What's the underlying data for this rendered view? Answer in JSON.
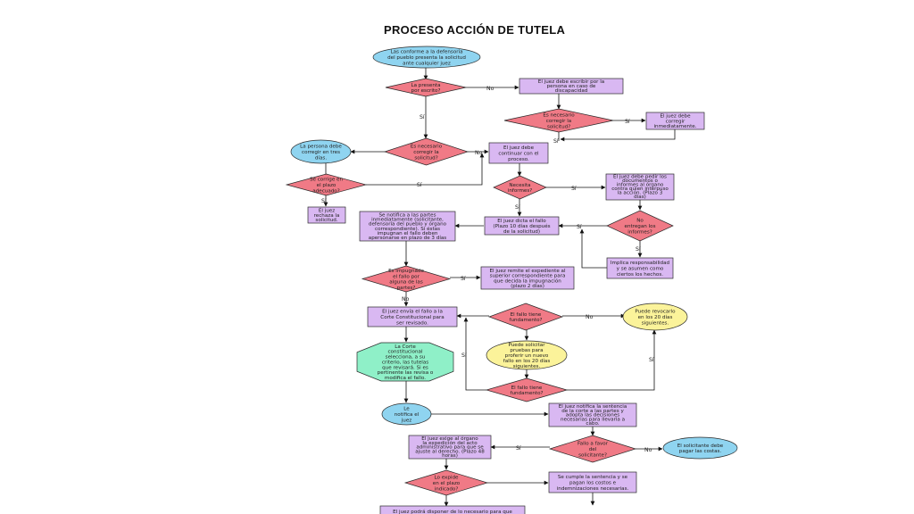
{
  "title": "PROCESO ACCIÓN DE TUTELA",
  "nodes": [
    {
      "id": "start",
      "text": [
        "Las conforme a la defensoría",
        "del pueblo presenta la solicitud",
        "ante cualquier juez"
      ]
    },
    {
      "id": "d1",
      "text": [
        "La presenta",
        "por escrito?"
      ]
    },
    {
      "id": "r1",
      "text": [
        "El juez debe escribir por la",
        "persona en caso de",
        "discapacidad"
      ]
    },
    {
      "id": "d2",
      "text": [
        "Es necesario",
        "corregir la",
        "solicitud?"
      ]
    },
    {
      "id": "r2",
      "text": [
        "El juez debe",
        "corregir",
        "inmediatamente."
      ]
    },
    {
      "id": "b1",
      "text": [
        "La persona debe",
        "corregir en tres",
        "días."
      ]
    },
    {
      "id": "d3",
      "text": [
        "Es necesario",
        "corregir la",
        "solicitud?"
      ]
    },
    {
      "id": "r3",
      "text": [
        "El juez debe",
        "continuar con el",
        "proceso."
      ]
    },
    {
      "id": "d4",
      "text": [
        "Se corrige en",
        "el plazo",
        "adecuado?"
      ]
    },
    {
      "id": "r4",
      "text": [
        "El juez",
        "rechaza la",
        "solicitud."
      ]
    },
    {
      "id": "d5",
      "text": [
        "Necesita",
        "informes?"
      ]
    },
    {
      "id": "r5",
      "text": [
        "El juez debe pedir los",
        "documentos o",
        "informes al órgano",
        "contra quien interpuso",
        "la acción. (Plazo 3",
        "días)"
      ]
    },
    {
      "id": "r6",
      "text": [
        "Se notifica a las partes",
        "inmediatamente (solicitante,",
        "defensoría del pueblo y órgano",
        "correspondiente). Si éstas",
        "impugnan el fallo deben",
        "apersonarse en plazo de 3 días"
      ]
    },
    {
      "id": "r7",
      "text": [
        "El juez dicta el fallo",
        "(Plazo 10 días después",
        "de la solicitud)"
      ]
    },
    {
      "id": "d6",
      "text": [
        "No",
        "entregan los",
        "informes?"
      ]
    },
    {
      "id": "r8",
      "text": [
        "Implica responsabilidad",
        "y se asumen como",
        "ciertos los hechos."
      ]
    },
    {
      "id": "d7",
      "text": [
        "Es impugnado",
        "el fallo por",
        "alguna de las",
        "partes?"
      ]
    },
    {
      "id": "r9",
      "text": [
        "El juez remite el expediente al",
        "superior correspondiente para",
        "que decida la impugnación",
        "(plazo 2 días)"
      ]
    },
    {
      "id": "r10",
      "text": [
        "El juez envía el fallo a la",
        "Corte Constitucional para",
        "ser revisado."
      ]
    },
    {
      "id": "d8",
      "text": [
        "El fallo tiene",
        "fundamento?"
      ]
    },
    {
      "id": "y1",
      "text": [
        "Puede revocarlo",
        "en los 20 días",
        "siguientes."
      ]
    },
    {
      "id": "o1",
      "text": [
        "La Corte",
        "constitucional",
        "selecciona, a su",
        "criterio, las tutelas",
        "que revisará. Si es",
        "pertinente las revisa o",
        "modifica el fallo."
      ]
    },
    {
      "id": "y2",
      "text": [
        "Puede solicitar",
        "pruebas para",
        "proferir un nuevo",
        "fallo en los 20 días",
        "siguientes."
      ]
    },
    {
      "id": "d9",
      "text": [
        "El fallo tiene",
        "fundamento?"
      ]
    },
    {
      "id": "b2",
      "text": [
        "Le",
        "notifica el",
        "juez"
      ]
    },
    {
      "id": "r11",
      "text": [
        "El juez notifica la sentencia",
        "de la corte a las partes y",
        "adopta las decisiones",
        "necesarias para llevarla a",
        "cabo."
      ]
    },
    {
      "id": "r12",
      "text": [
        "El juez exige al órgano",
        "la expedición del acto",
        "administrativo para que se",
        "ajuste al derecho. (Plazo 48",
        "horas)"
      ]
    },
    {
      "id": "d10",
      "text": [
        "Fallo a favor",
        "del",
        "solicitante?"
      ]
    },
    {
      "id": "b3",
      "text": [
        "El solicitante debe",
        "pagar las costas."
      ]
    },
    {
      "id": "d11",
      "text": [
        "Lo expide",
        "en el plazo",
        "indicado?"
      ]
    },
    {
      "id": "r13",
      "text": [
        "Se cumple la sentencia y se",
        "pagan los costos e",
        "indemnizaciones necesarias."
      ]
    },
    {
      "id": "r14",
      "text": [
        "El juez podrá disponer de lo necesario para que"
      ]
    }
  ],
  "edge_labels": [
    "No",
    "Sí",
    "Sí",
    "No",
    "Sí",
    "Sí",
    "Sí",
    "Sí",
    "Sí",
    "Sí",
    "Sí",
    "No",
    "Sí",
    "Sí",
    "No",
    "Sí",
    "No",
    "Sí"
  ]
}
